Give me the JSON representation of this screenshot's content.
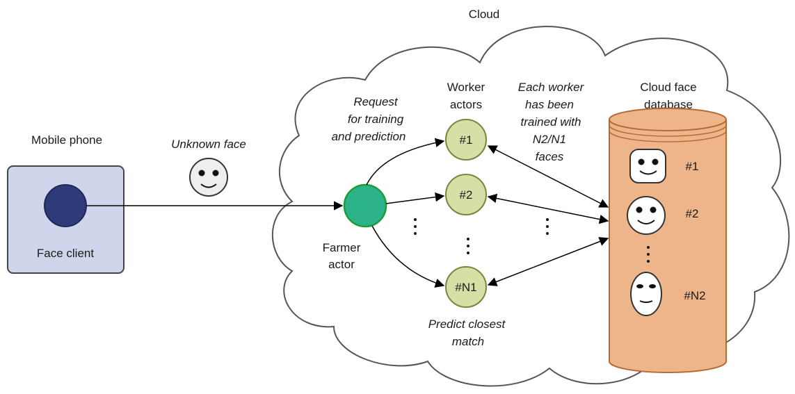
{
  "cloud": {
    "label": "Cloud"
  },
  "mobile": {
    "label": "Mobile phone",
    "client_label": "Face client"
  },
  "unknown_face": {
    "label": "Unknown face"
  },
  "farmer": {
    "label_line1": "Farmer",
    "label_line2": "actor"
  },
  "request": {
    "line1": "Request",
    "line2": "for training",
    "line3": "and prediction"
  },
  "workers": {
    "title_line1": "Worker",
    "title_line2": "actors",
    "nodes": [
      "#1",
      "#2",
      "#N1"
    ]
  },
  "worker_note": {
    "line1": "Each worker",
    "line2": "has been",
    "line3": "trained with",
    "line4": "N2/N1",
    "line5": "faces"
  },
  "predict": {
    "line1": "Predict closest",
    "line2": "match"
  },
  "database": {
    "title_line1": "Cloud face",
    "title_line2": "database",
    "entries": [
      "#1",
      "#2",
      "#N2"
    ]
  },
  "colors": {
    "phone_fill": "#cfd6ec",
    "client_node": "#2d3c78",
    "farmer_node": "#2db38a",
    "worker_node": "#d6dfa6",
    "database_fill": "#efb58a",
    "database_stroke": "#b46a35"
  }
}
